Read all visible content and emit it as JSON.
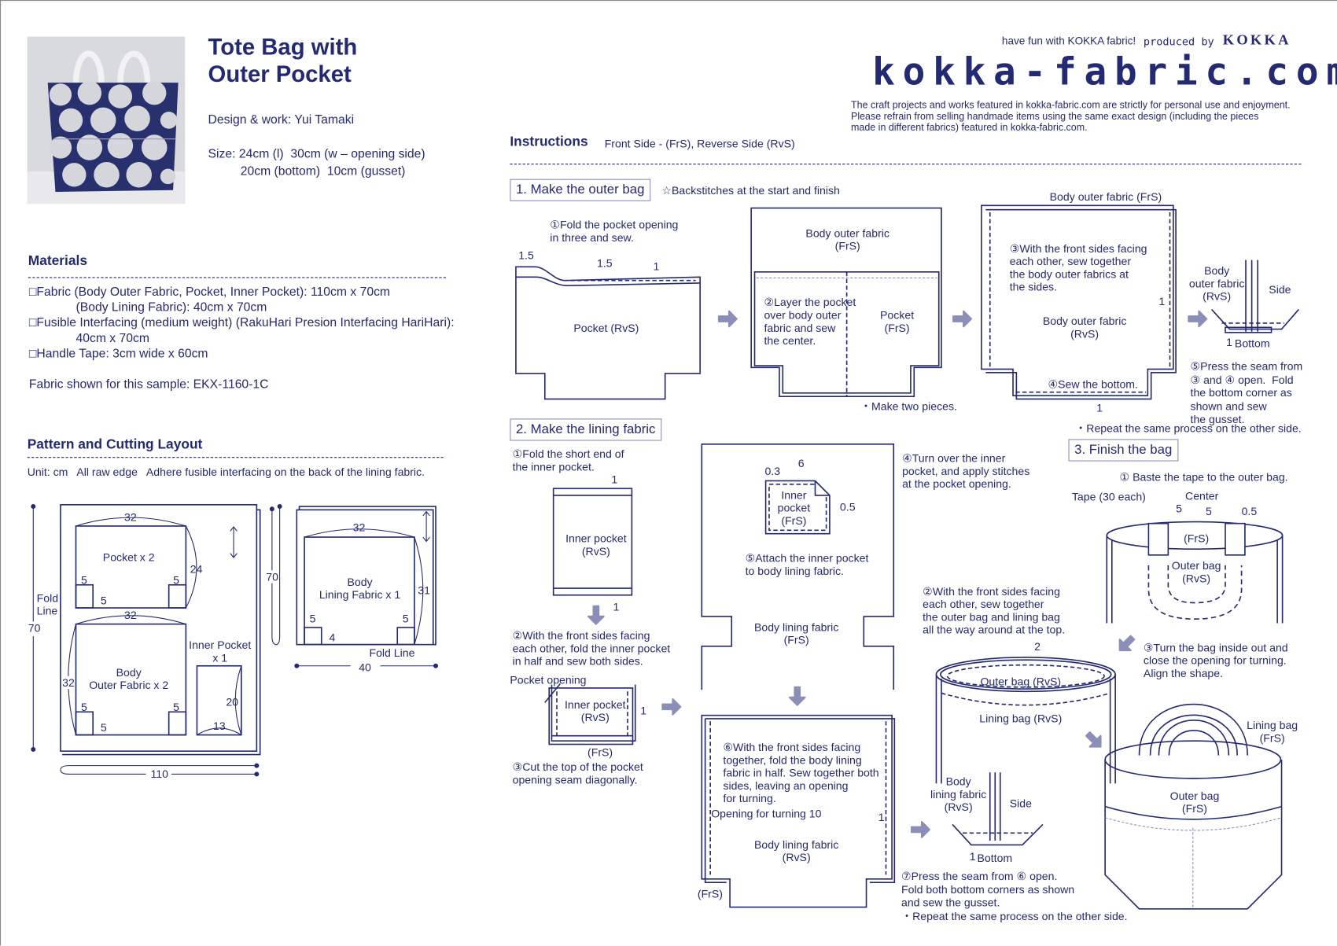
{
  "colors": {
    "ink": "#232a72",
    "arrow": "#8b8fb8",
    "photo_bg": "#d9dade"
  },
  "header": {
    "title_line1": "Tote Bag with",
    "title_line2": "Outer Pocket",
    "designer": "Design & work: Yui Tamaki",
    "size_line1": "Size: 24cm (l)  30cm (w – opening side)",
    "size_line2": "20cm (bottom)  10cm (gusset)"
  },
  "brand": {
    "tagline": "have fun with KOKKA fabric!",
    "produced_by": "produced by",
    "brand_name": "KOKKA",
    "site": "kokka-fabric.com",
    "disclaimer": "The craft projects and works featured in kokka-fabric.com are strictly for personal use and enjoyment.\nPlease refrain from selling handmade items using the same exact design (including the pieces\nmade in different fabrics) featured in kokka-fabric.com."
  },
  "materials": {
    "heading": "Materials",
    "items": [
      "□Fabric (Body Outer Fabric, Pocket, Inner Pocket): 110cm x 70cm",
      "(Body Lining Fabric): 40cm x 70cm",
      "□Fusible Interfacing (medium weight) (RakuHari Presion Interfacing HariHari):",
      "40cm x 70cm",
      "□Handle Tape: 3cm wide x 60cm"
    ],
    "sample": "Fabric shown for this sample: EKX-1160-1C"
  },
  "layout": {
    "heading": "Pattern and Cutting Layout",
    "note": "Unit: cm   All raw edge   Adhere fusible interfacing on the back of the lining fabric.",
    "pocket": "Pocket x 2",
    "body_outer": "Body\nOuter Fabric x 2",
    "inner_pocket": "Inner Pocket\nx 1",
    "body_lining": "Body\nLining Fabric x 1",
    "fold_line_left": "Fold\nLine",
    "fold_line_right": "Fold Line",
    "dims": {
      "w32": "32",
      "h24": "24",
      "c5": "5",
      "h70": "70",
      "h32": "32",
      "h20": "20",
      "w13": "13",
      "w110": "110",
      "h31": "31",
      "c4": "4",
      "w40": "40"
    }
  },
  "instructions": {
    "heading": "Instructions",
    "legend": "Front Side - (FrS), Reverse Side (RvS)",
    "step1": {
      "title": "1. Make the outer bag",
      "note": "☆Backstitches at the start and finish",
      "s1": "①Fold the pocket opening\nin three and sew.",
      "d15a": "1.5",
      "d15b": "1.5",
      "d1": "1",
      "pocket_rvs": "Pocket (RvS)",
      "body_frs": "Body outer fabric\n(FrS)",
      "s2": "②Layer the pocket\nover body outer\nfabric and sew\nthe center.",
      "pocket_frs": "Pocket\n(FrS)",
      "make_two": "・Make two pieces.",
      "body_frs_top": "Body outer fabric (FrS)",
      "s3": "③With the front sides facing\neach other, sew together\nthe body outer fabrics at\nthe sides.",
      "d1_side": "1",
      "body_rvs": "Body outer fabric\n(RvS)",
      "s4": "④Sew the bottom.",
      "d1_bottom": "1",
      "gusset_label": "Body\nouter fabric\n(RvS)",
      "side": "Side",
      "d1_gusset": "1",
      "bottom": "Bottom",
      "s5": "⑤Press the seam from\n③ and ④ open.  Fold\nthe bottom corner as\nshown and sew\nthe gusset.",
      "repeat": "・Repeat the same process on the other side."
    },
    "step2": {
      "title": "2. Make the lining fabric",
      "s1": "①Fold the short end of\nthe inner pocket.",
      "d1_top": "1",
      "d1_bottom": "1",
      "inner_rvs": "Inner pocket\n(RvS)",
      "s2": "②With the front sides facing\neach other, fold the inner pocket\nin half and sew both sides.",
      "pocket_opening": "Pocket opening",
      "inner_rvs2": "Inner pocket\n(RvS)",
      "d1_side": "1",
      "frs": "(FrS)",
      "s3": "③Cut the top of the pocket\nopening seam diagonally.",
      "d6": "6",
      "d03": "0.3",
      "d05": "0.5",
      "inner_frs": "Inner\npocket\n(FrS)",
      "s4": "④Turn over the inner\npocket, and apply stitches\nat the pocket opening.",
      "s5": "⑤Attach the inner pocket\nto body lining fabric.",
      "lining_frs": "Body lining fabric\n(FrS)",
      "s6": "⑥With the front sides facing\ntogether, fold the body lining\nfabric in half. Sew together both\nsides, leaving an opening\nfor turning.",
      "opening": "Opening for turning 10",
      "d1_lining": "1",
      "lining_rvs": "Body lining fabric\n(RvS)",
      "frs_bottom": "(FrS)",
      "gusset_label": "Body\nlining fabric\n(RvS)",
      "side": "Side",
      "d1_gusset": "1",
      "bottom": "Bottom",
      "s7": "⑦Press the seam from ⑥ open.\nFold both bottom corners as shown\nand sew the gusset.\n・Repeat the same process on the other side."
    },
    "step3": {
      "title": "3. Finish the bag",
      "s1": "① Baste the tape to the outer bag.",
      "tape": "Tape (30 each)",
      "center": "Center",
      "d5a": "5",
      "d5b": "5",
      "d05": "0.5",
      "frs": "(FrS)",
      "outer_rvs": "Outer bag\n(RvS)",
      "s2": "②With the front sides facing\neach other, sew together\nthe outer bag and lining bag\nall the way around at the top.",
      "d2": "2",
      "outer_rvs2": "Outer bag (RvS)",
      "lining_rvs": "Lining bag (RvS)",
      "s3": "③Turn the bag inside out and\nclose the opening for turning.\nAlign the shape.",
      "lining_frs": "Lining bag\n(FrS)",
      "outer_frs": "Outer bag\n(FrS)"
    }
  }
}
